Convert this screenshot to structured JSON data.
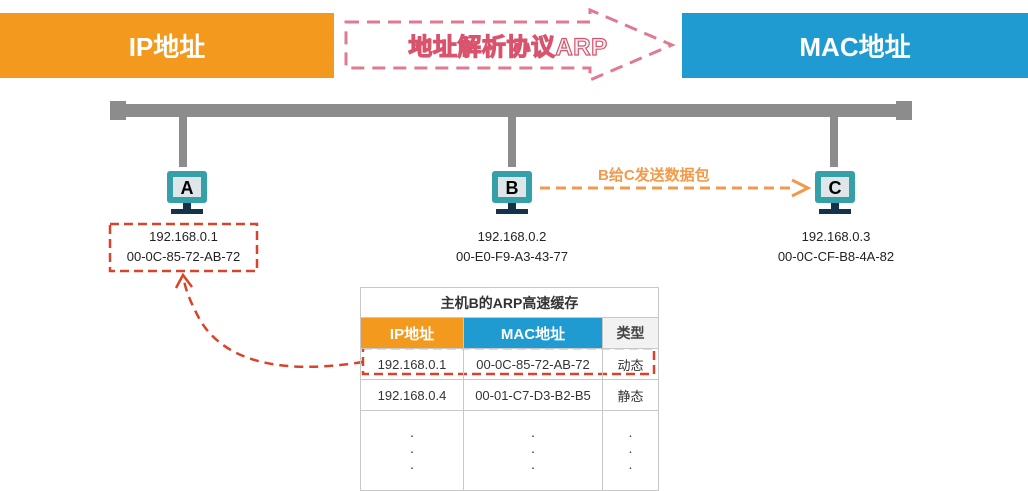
{
  "header": {
    "ip_label": "IP地址",
    "protocol_label": "地址解析协议ARP",
    "mac_label": "MAC地址"
  },
  "hosts": [
    {
      "letter": "A",
      "ip": "192.168.0.1",
      "mac": "00-0C-85-72-AB-72"
    },
    {
      "letter": "B",
      "ip": "192.168.0.2",
      "mac": "00-E0-F9-A3-43-77"
    },
    {
      "letter": "C",
      "ip": "192.168.0.3",
      "mac": "00-0C-CF-B8-4A-82"
    }
  ],
  "send_label": "B给C发送数据包",
  "cache_table": {
    "title": "主机B的ARP高速缓存",
    "headers": {
      "ip": "IP地址",
      "mac": "MAC地址",
      "type": "类型"
    },
    "rows": [
      {
        "ip": "192.168.0.1",
        "mac": "00-0C-85-72-AB-72",
        "type": "动态"
      },
      {
        "ip": "192.168.0.4",
        "mac": "00-01-C7-D3-B2-B5",
        "type": "静态"
      }
    ],
    "ellipsis": "·"
  },
  "colors": {
    "ip_orange": "#f39a1e",
    "mac_blue": "#1f9bd1",
    "arrow_pink": "#e07a90",
    "highlight_red": "#d9432a",
    "send_orange": "#f29a4a",
    "bus_gray": "#8c8c8c",
    "pc_teal": "#36a0a8",
    "pc_navy": "#16314a"
  }
}
